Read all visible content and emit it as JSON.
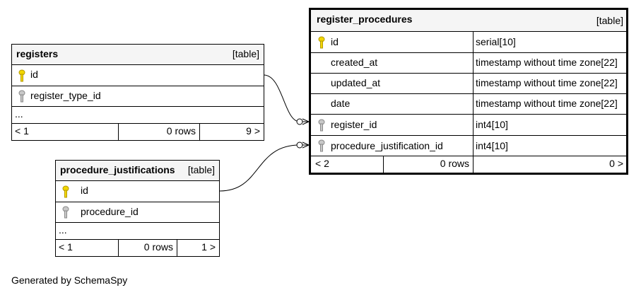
{
  "register_procedures": {
    "name": "register_procedures",
    "tag": "[table]",
    "columns": [
      {
        "name": "id",
        "type": "serial[10]"
      },
      {
        "name": "created_at",
        "type": "timestamp without time zone[22]"
      },
      {
        "name": "updated_at",
        "type": "timestamp without time zone[22]"
      },
      {
        "name": "date",
        "type": "timestamp without time zone[22]"
      },
      {
        "name": "register_id",
        "type": "int4[10]"
      },
      {
        "name": "procedure_justification_id",
        "type": "int4[10]"
      }
    ],
    "footer": {
      "left": "< 2",
      "mid": "0 rows",
      "right": "0 >"
    }
  },
  "registers": {
    "name": "registers",
    "tag": "[table]",
    "columns": [
      {
        "name": "id"
      },
      {
        "name": "register_type_id"
      }
    ],
    "more": "...",
    "footer": {
      "left": "< 1",
      "mid": "0 rows",
      "right": "9 >"
    }
  },
  "procedure_justifications": {
    "name": "procedure_justifications",
    "tag": "[table]",
    "columns": [
      {
        "name": "id"
      },
      {
        "name": "procedure_id"
      }
    ],
    "more": "...",
    "footer": {
      "left": "< 1",
      "mid": "0 rows",
      "right": "1 >"
    }
  },
  "generated_by": "Generated by SchemaSpy",
  "colors": {
    "primary_key": "#f2d600",
    "foreign_key": "#b8b8b8",
    "header_bg": "#f5f5f5"
  }
}
